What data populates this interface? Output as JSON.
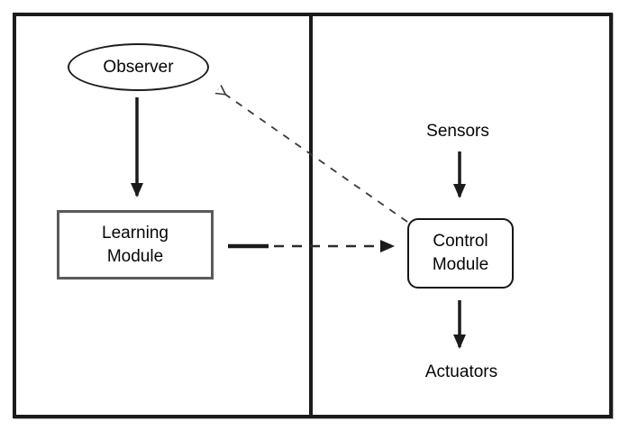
{
  "diagram": {
    "background_color": "#ffffff",
    "frame_color": "#1b1b1b",
    "text_color": "#060608",
    "left_panel": {
      "observer": {
        "label": "Observer",
        "shape": "ellipse",
        "border_color": "#1d1d1d"
      },
      "learning_module": {
        "label": "Learning Module",
        "shape": "rectangle",
        "border_color": "#5a5a5a"
      }
    },
    "right_panel": {
      "sensors": {
        "label": "Sensors"
      },
      "control_module": {
        "label": "Control Module",
        "shape": "rounded-rectangle",
        "border_color": "#161616"
      },
      "actuators": {
        "label": "Actuators"
      }
    },
    "arrows": [
      {
        "name": "observer-to-learning-module",
        "style": "solid",
        "direction": "down"
      },
      {
        "name": "sensors-to-control-module",
        "style": "solid",
        "direction": "down"
      },
      {
        "name": "control-module-to-actuators",
        "style": "solid",
        "direction": "down"
      },
      {
        "name": "learning-module-to-control-module",
        "style": "dashed",
        "direction": "right"
      },
      {
        "name": "control-module-to-observer",
        "style": "dashed",
        "direction": "up-left"
      }
    ]
  }
}
